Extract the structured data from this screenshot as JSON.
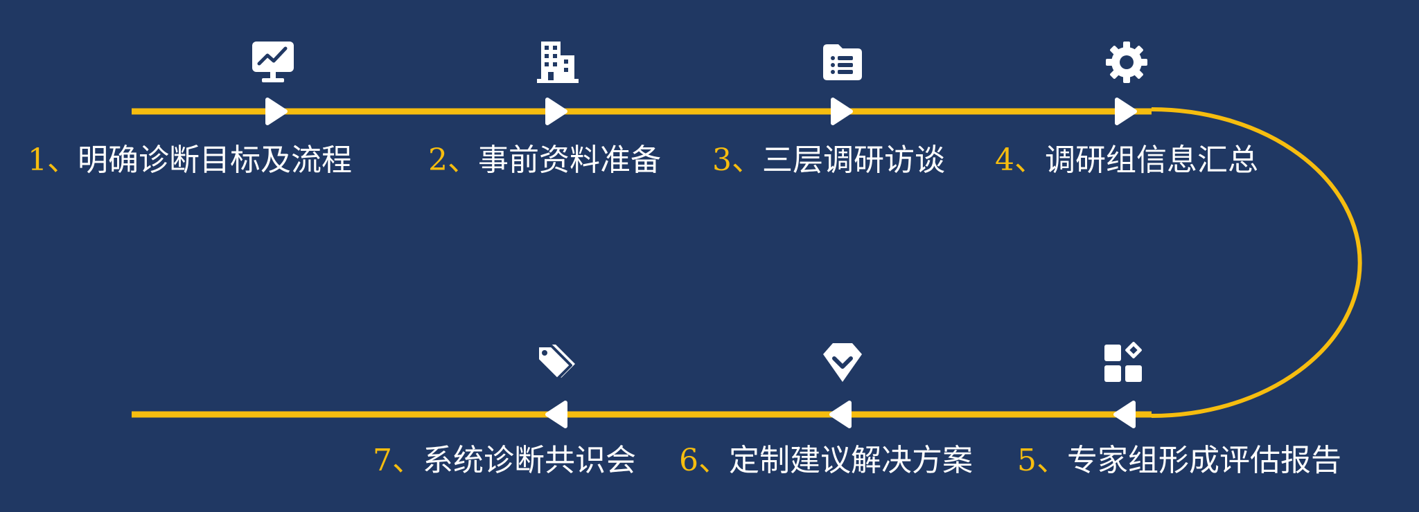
{
  "colors": {
    "background": "#203863",
    "track": "#f6bd0f",
    "number": "#f6bd0f",
    "text": "#ffffff",
    "icon": "#ffffff"
  },
  "steps": [
    {
      "number": "1",
      "sep": "、",
      "label": "明确诊断目标及流程",
      "icon": "monitor-chart-icon"
    },
    {
      "number": "2",
      "sep": "、",
      "label": "事前资料准备",
      "icon": "building-icon"
    },
    {
      "number": "3",
      "sep": "、",
      "label": "三层调研访谈",
      "icon": "folder-list-icon"
    },
    {
      "number": "4",
      "sep": "、",
      "label": "调研组信息汇总",
      "icon": "gear-icon"
    },
    {
      "number": "5",
      "sep": "、",
      "label": "专家组形成评估报告",
      "icon": "app-grid-icon"
    },
    {
      "number": "6",
      "sep": "、",
      "label": "定制建议解决方案",
      "icon": "chevron-badge-icon"
    },
    {
      "number": "7",
      "sep": "、",
      "label": "系统诊断共识会",
      "icon": "tags-icon"
    }
  ]
}
